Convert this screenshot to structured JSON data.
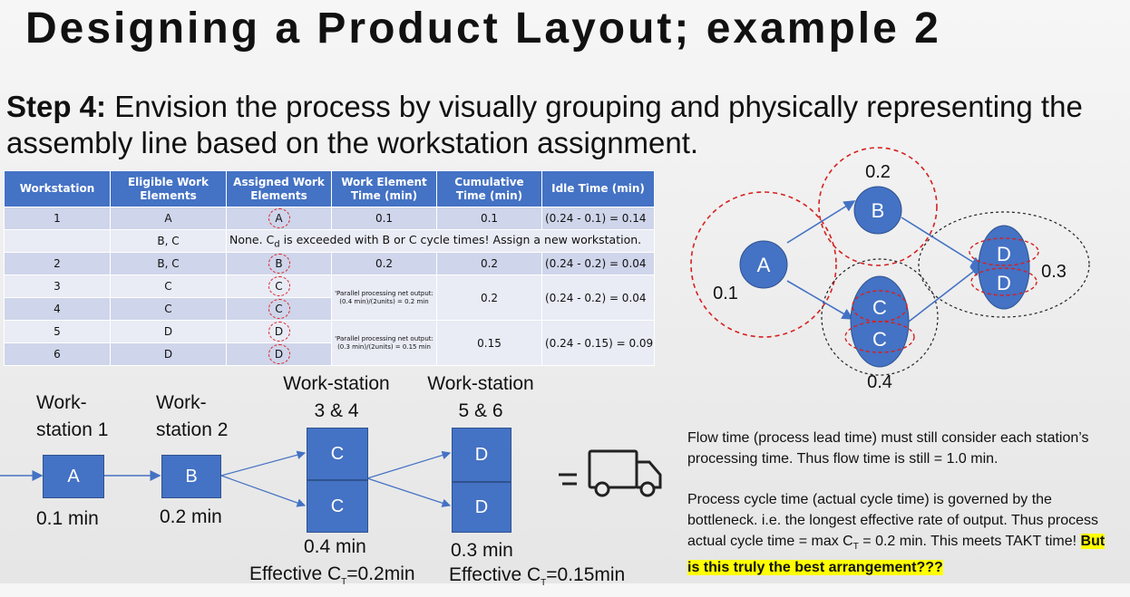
{
  "title": "Designing a Product Layout; example 2",
  "step": {
    "label": "Step 4:",
    "text": " Envision the process by visually grouping and physically representing the assembly line based on the workstation assignment."
  },
  "table": {
    "headers": [
      "Workstation",
      "Eligible Work Elements",
      "Assigned Work Elements",
      "Work Element Time (min)",
      "Cumulative Time (min)",
      "Idle Time (min)"
    ],
    "rows": [
      {
        "ws": "1",
        "eligible": "A",
        "assigned": "A",
        "time": "0.1",
        "cum": "0.1",
        "idle": "(0.24 - 0.1) = 0.14"
      },
      {
        "ws": "",
        "eligible": "B, C",
        "note": "None. C",
        "note_sub": "d",
        "note_rest": " is exceeded with B or C cycle times!  Assign a new workstation."
      },
      {
        "ws": "2",
        "eligible": "B, C",
        "assigned": "B",
        "time": "0.2",
        "cum": "0.2",
        "idle": "(0.24 - 0.2) = 0.04"
      },
      {
        "ws": "3",
        "eligible": "C",
        "assigned": "C"
      },
      {
        "ws": "4",
        "eligible": "C",
        "assigned": "C"
      },
      {
        "ws": "5",
        "eligible": "D",
        "assigned": "D"
      },
      {
        "ws": "6",
        "eligible": "D",
        "assigned": "D"
      }
    ],
    "merged_cd": {
      "note": "'Parallel processing net output: (0.4 min)/(2units) = 0.2 min",
      "cum": "0.2",
      "idle": "(0.24 - 0.2) = 0.04"
    },
    "merged_ef": {
      "note": "'Parallel processing net output: (0.3 min)/(2units) = 0.15 min",
      "cum": "0.15",
      "idle": "(0.24 - 0.15) = 0.09"
    }
  },
  "diagram": {
    "nodes": {
      "a": "A",
      "b": "B",
      "c1": "C",
      "c2": "C",
      "d1": "D",
      "d2": "D"
    },
    "labels": {
      "b_time": "0.2",
      "a_time": "0.1",
      "c_time": "0.4",
      "d_time": "0.3"
    }
  },
  "flow": {
    "ws1_label": "Work-\nstation 1",
    "ws2_label": "Work-\nstation 2",
    "ws34_label": "Work-station\n3 & 4",
    "ws56_label": "Work-station\n5 & 6",
    "box_a": "A",
    "box_b": "B",
    "box_c1": "C",
    "box_c2": "C",
    "box_d1": "D",
    "box_d2": "D",
    "time_a": "0.1 min",
    "time_b": "0.2 min",
    "time_c": "0.4 min",
    "time_d": "0.3 min",
    "eff_c_pre": "Effective C",
    "eff_c_sub": "T",
    "eff_c_post": "=0.2min",
    "eff_d_pre": "Effective C",
    "eff_d_sub": "T",
    "eff_d_post": "=0.15min"
  },
  "notes": {
    "p1": "Flow time (process lead time) must still consider each station’s processing time. Thus flow time is still = 1.0 min.",
    "p2a": "Process cycle time (actual cycle time) is governed by the bottleneck. i.e. the longest effective rate of output. Thus process actual cycle time = max C",
    "p2sub": "T",
    "p2b": " = 0.2 min.  This meets TAKT time!  ",
    "highlight": "But is this truly the best arrangement???"
  },
  "colors": {
    "box": "#4472c4",
    "dash": "#d62020",
    "highlight": "#ffff00"
  }
}
